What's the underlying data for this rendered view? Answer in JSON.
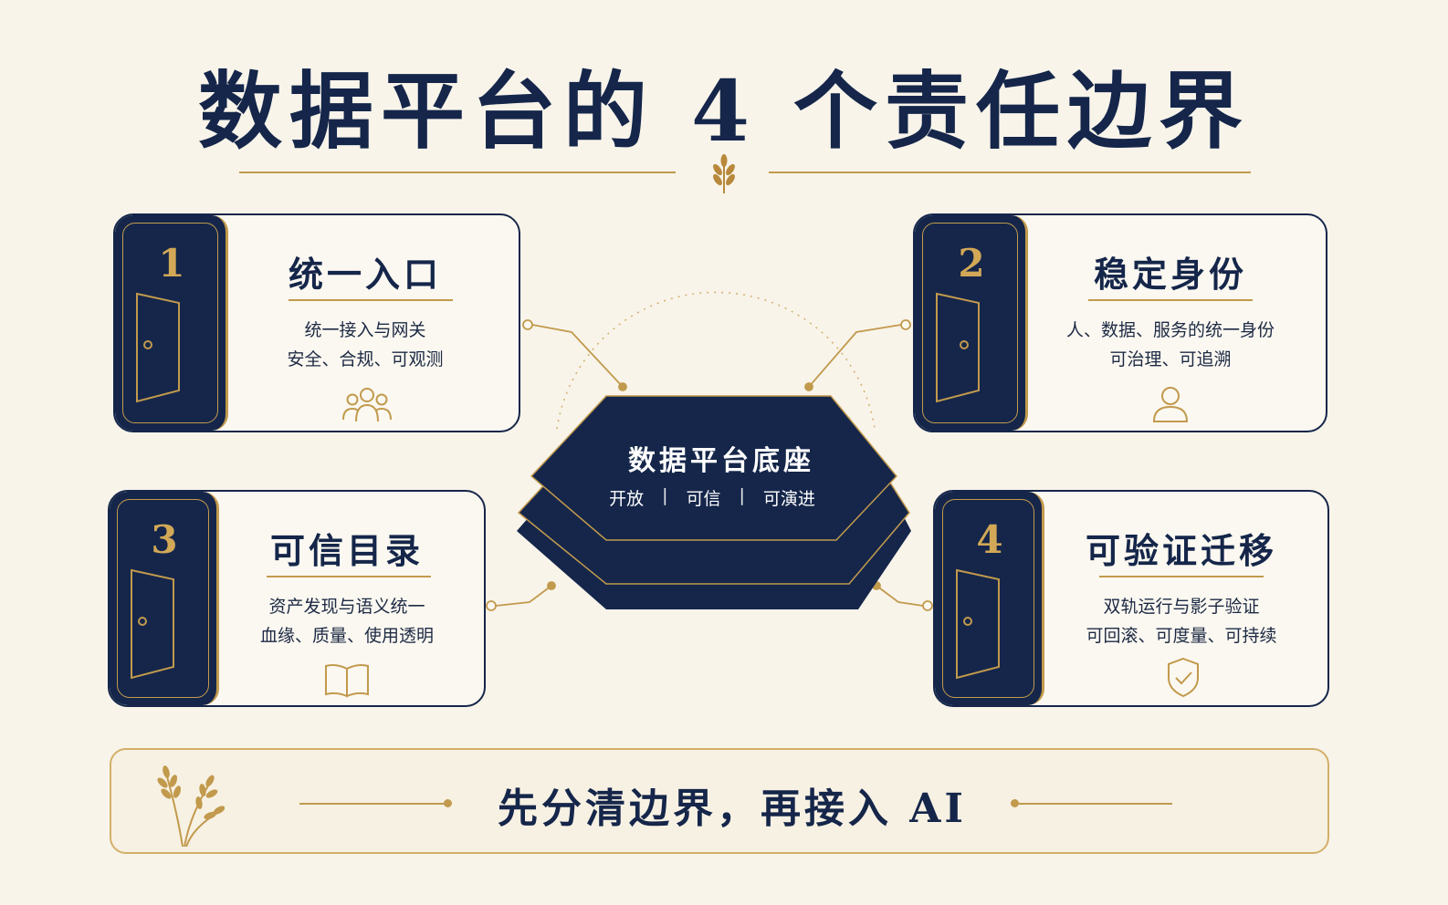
{
  "title": "数据平台的 4 个责任边界",
  "center": {
    "title": "数据平台底座",
    "tags": [
      "开放",
      "可信",
      "可演进"
    ],
    "separator": "|"
  },
  "cards": [
    {
      "number": "1",
      "title": "统一入口",
      "lines": [
        "统一接入与网关",
        "安全、合规、可观测"
      ],
      "icon": "people-icon"
    },
    {
      "number": "2",
      "title": "稳定身份",
      "lines": [
        "人、数据、服务的统一身份",
        "可治理、可追溯"
      ],
      "icon": "user-icon"
    },
    {
      "number": "3",
      "title": "可信目录",
      "lines": [
        "资产发现与语义统一",
        "血缘、质量、使用透明"
      ],
      "icon": "book-icon"
    },
    {
      "number": "4",
      "title": "可验证迁移",
      "lines": [
        "双轨运行与影子验证",
        "可回滚、可度量、可持续"
      ],
      "icon": "shield-check-icon"
    }
  ],
  "banner": {
    "text": "先分清边界，再接入 AI"
  },
  "colors": {
    "navy": "#15264a",
    "gold": "#c29a4d",
    "background": "#f8f4ea"
  }
}
